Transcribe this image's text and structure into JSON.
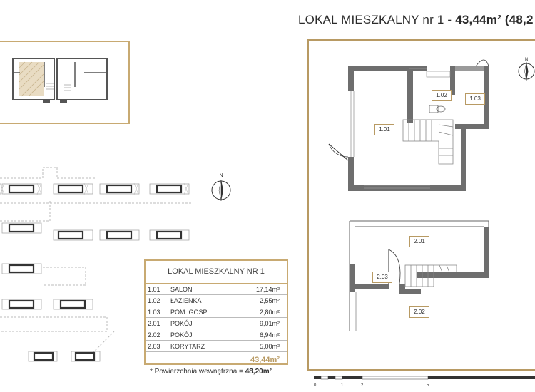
{
  "title": {
    "prefix": "LOKAL MIESZKALNY nr 1 - ",
    "bold": "43,44m² (48,2"
  },
  "rooms": [
    {
      "id": "1.01",
      "label": "1.01"
    },
    {
      "id": "1.02",
      "label": "1.02"
    },
    {
      "id": "1.03",
      "label": "1.03"
    },
    {
      "id": "2.01",
      "label": "2.01"
    },
    {
      "id": "2.02",
      "label": "2.02"
    },
    {
      "id": "2.03",
      "label": "2.03"
    }
  ],
  "legend": {
    "header": "LOKAL MIESZKALNY NR 1",
    "rows": [
      {
        "num": "1.01",
        "name": "SALON",
        "area": "17,14m²"
      },
      {
        "num": "1.02",
        "name": "ŁAZIENKA",
        "area": "2,55m²"
      },
      {
        "num": "1.03",
        "name": "POM. GOSP.",
        "area": "2,80m²"
      },
      {
        "num": "2.01",
        "name": "POKÓJ",
        "area": "9,01m²"
      },
      {
        "num": "2.02",
        "name": "POKÓJ",
        "area": "6,94m²"
      },
      {
        "num": "2.03",
        "name": "KORYTARZ",
        "area": "5,00m²"
      }
    ],
    "total": "43,44m²"
  },
  "footnote": {
    "prefix": "* Powierzchnia wewnętrzna = ",
    "value": "48,20m²"
  },
  "compass": {
    "north_label": "N"
  },
  "scale": {
    "labels": [
      "0",
      "1",
      "2",
      "5"
    ]
  },
  "colors": {
    "accent": "#b89a63",
    "wall": "#6e6e6e",
    "ink": "#333333"
  }
}
